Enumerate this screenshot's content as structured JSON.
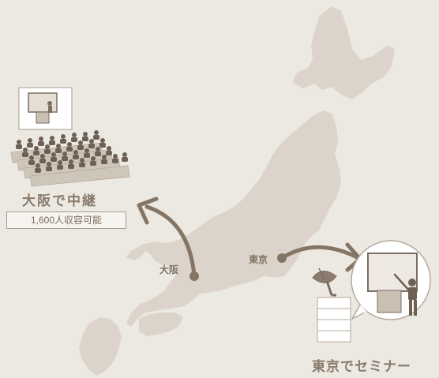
{
  "osaka": {
    "city_label": "大阪",
    "event_label": "大阪で中継",
    "capacity_label": "1,600人収容可能"
  },
  "tokyo": {
    "city_label": "東京",
    "event_label": "東京でセミナー"
  },
  "colors": {
    "background": "#ECE9E3",
    "map": "#DCD4CA",
    "accent": "#8A7A6A",
    "marker": "#857564"
  },
  "icons": [
    "classroom-icon",
    "lecturer-icon",
    "satellite-dish-icon",
    "server-icon",
    "audience-icon"
  ]
}
